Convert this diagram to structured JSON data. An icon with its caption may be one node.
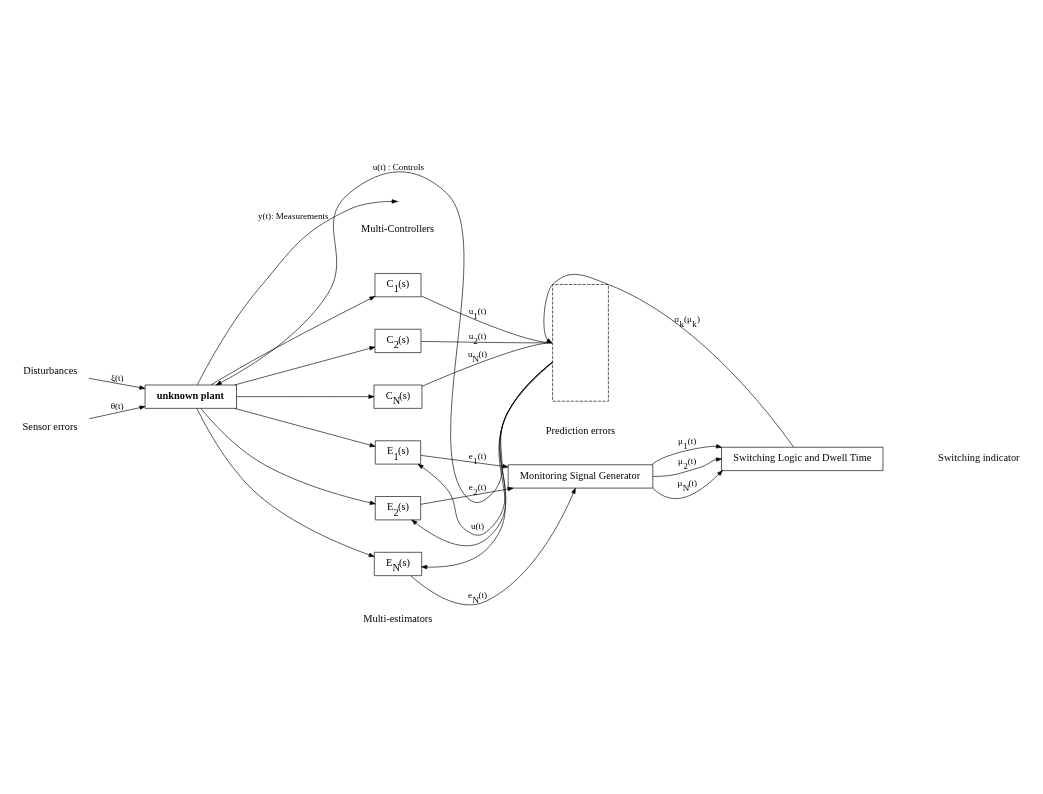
{
  "diagram": {
    "nodes": [
      {
        "text": [
          "unknown plant"
        ]
      },
      {
        "text": [
          "E$_{1}$(s)"
        ]
      },
      {
        "text": [
          "E$_{2}$(s)"
        ]
      },
      {
        "text": [
          "E$_{N}$(s)"
        ]
      },
      {
        "text": [
          "C$_{1}$(s)"
        ]
      },
      {
        "text": [
          "C$_{2}$(s)"
        ]
      },
      {
        "text": [
          "C$_{N}$(s)"
        ]
      },
      {
        "text": [
          "Monitoring Signal Generator"
        ]
      },
      {
        "text": [
          "Switching Logic and Dwell Time"
        ]
      },
      {
        "text": [],
        "shape": "box"
      },
      {
        "text": [
          "Disturbances"
        ]
      },
      {
        "text": [
          "Sensor errors"
        ]
      }
    ],
    "edges": [
      {
        "from": 10,
        "to": 0,
        "arrow": "to",
        "label": "ξ(t)"
      },
      {
        "from": 11,
        "to": 0,
        "arrow": "to",
        "label": "θ(t)"
      },
      {
        "from": 9,
        "to": 0,
        "arrow": "to",
        "label": "u(t) : Controls"
      },
      {
        "from": 9,
        "to": 1,
        "arrow": "to",
        "label": "u(t)"
      },
      {
        "from": 9,
        "to": 2,
        "arrow": "to"
      },
      {
        "from": 9,
        "to": 3,
        "arrow": "to"
      },
      {
        "from": 0,
        "to": null,
        "arrow": "to",
        "label": "y(t): Measurements"
      },
      {
        "from": 0,
        "to": 1,
        "arrow": "to"
      },
      {
        "from": 0,
        "to": 2,
        "arrow": "to"
      },
      {
        "from": 0,
        "to": 3,
        "arrow": "to"
      },
      {
        "from": 0,
        "to": 4,
        "arrow": "to"
      },
      {
        "from": 0,
        "to": 5,
        "arrow": "to"
      },
      {
        "from": 0,
        "to": 6,
        "arrow": "to"
      },
      {
        "from": 1,
        "to": 7,
        "arrow": "to",
        "label": "e$_{1}$(t)"
      },
      {
        "from": 2,
        "to": 7,
        "arrow": "to",
        "label": "e$_{2}$(t)"
      },
      {
        "from": 3,
        "to": 7,
        "arrow": "to",
        "label": "e$_{N}$(t)"
      },
      {
        "from": 7,
        "to": 8,
        "arrow": "to",
        "label": "μ$_{1}$(t)"
      },
      {
        "from": 7,
        "to": 8,
        "arrow": "to",
        "label": "μ$_{2}$(t)"
      },
      {
        "from": 7,
        "to": 8,
        "arrow": "to",
        "label": "μ$_{N}$(t)"
      },
      {
        "from": 8,
        "to": 9,
        "arrow": "to",
        "label": "σ$_{k}$(μ$_{k}$)"
      },
      {
        "from": 4,
        "to": 9,
        "arrow": "none",
        "label": "u$_{1}$(t)"
      },
      {
        "from": 5,
        "to": 9,
        "arrow": "none",
        "label": "u$_{2}$(t)"
      },
      {
        "from": 6,
        "to": 9,
        "arrow": "none",
        "label": "u$_{N}$(t)"
      }
    ],
    "labels": [
      "Multi-estimators",
      "Prediction errors",
      "Multi-Controllers",
      "Switching indicator"
    ]
  }
}
